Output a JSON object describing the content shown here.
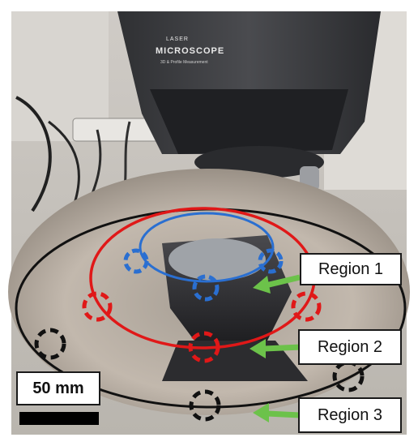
{
  "microscope_label": {
    "line1": "LASER",
    "line2": "MICROSCOPE",
    "line3": "3D & Profile Measurement"
  },
  "regions": [
    {
      "label": "Region 1",
      "color": "#2a6fd1"
    },
    {
      "label": "Region 2",
      "color": "#e01818"
    },
    {
      "label": "Region 3",
      "color": "#111111"
    }
  ],
  "arrow_color": "#6cc24a",
  "scale_bar": {
    "label": "50 mm"
  },
  "icons": [
    "target-marker-icon",
    "arrow-icon"
  ]
}
